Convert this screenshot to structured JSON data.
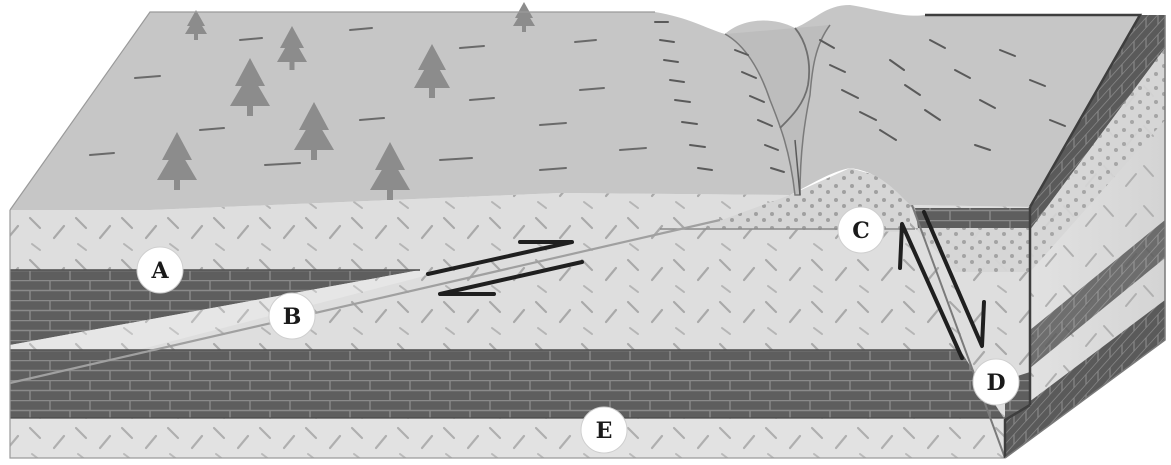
{
  "labels": {
    "a": "A",
    "b": "B",
    "c": "C",
    "d": "D",
    "e": "E"
  },
  "colors": {
    "surface": "#c4c4c4",
    "igneous_light": "#dedede",
    "limestone": "#5e5e5e",
    "mortar": "#8a8a8a",
    "sediment": "#d2d2d2",
    "cliff_dark": "#6a6a6a",
    "tree": "#8c8c8c",
    "outline": "#3a3a3a",
    "label_fill": "#ffffff",
    "arrow": "#1f1f1f"
  }
}
